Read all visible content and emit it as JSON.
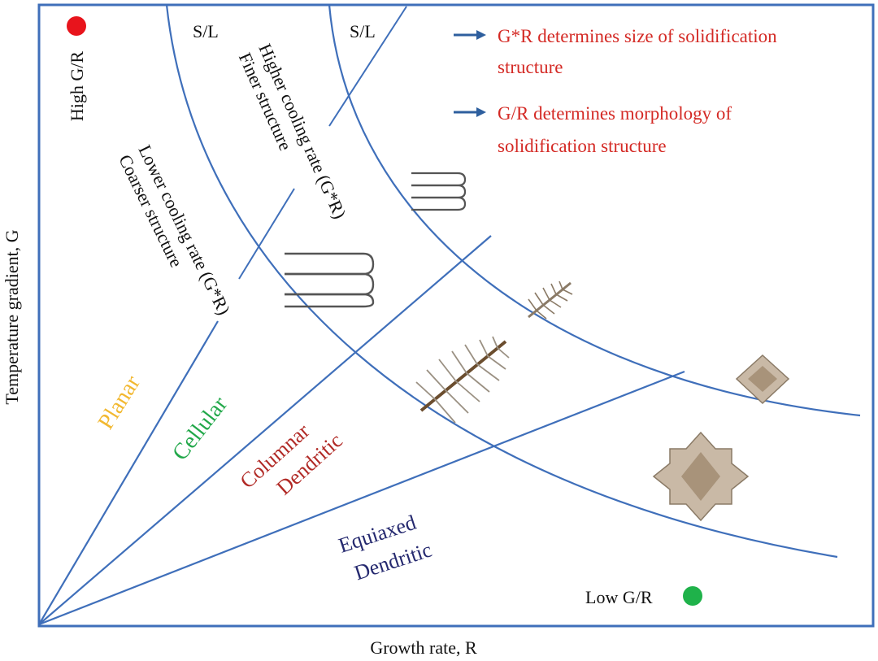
{
  "axes": {
    "x_label": "Growth rate, R",
    "y_label": "Temperature gradient, G"
  },
  "markers": {
    "high": {
      "label": "High G/R",
      "color": "#e8141c"
    },
    "low": {
      "label": "Low G/R",
      "color": "#1fb24a"
    }
  },
  "interfaces": {
    "left": "S/L",
    "right": "S/L"
  },
  "cooling": {
    "higher_rate": "Higher cooling rate (G*R)",
    "finer": "Finer structure",
    "lower_rate": "Lower cooling rate (G*R)",
    "coarser": "Coarser structure"
  },
  "notes": [
    {
      "line1": "G*R determines size of solidification",
      "line2": "structure"
    },
    {
      "line1": "G/R determines morphology of",
      "line2": "solidification structure"
    }
  ],
  "regions": {
    "planar": "Planar",
    "cellular": "Cellular",
    "columnar_1": "Columnar",
    "columnar_2": "Dendritic",
    "equiaxed_1": "Equiaxed",
    "equiaxed_2": "Dendritic"
  },
  "colors": {
    "frame": "#3f6fba",
    "note_text": "#d42a25",
    "arrow": "#2e5f9e",
    "planar": "#f2b830",
    "cellular": "#22a84a",
    "columnar": "#b12a26",
    "equiaxed": "#25296f",
    "microstructure": "#8a7a66"
  }
}
